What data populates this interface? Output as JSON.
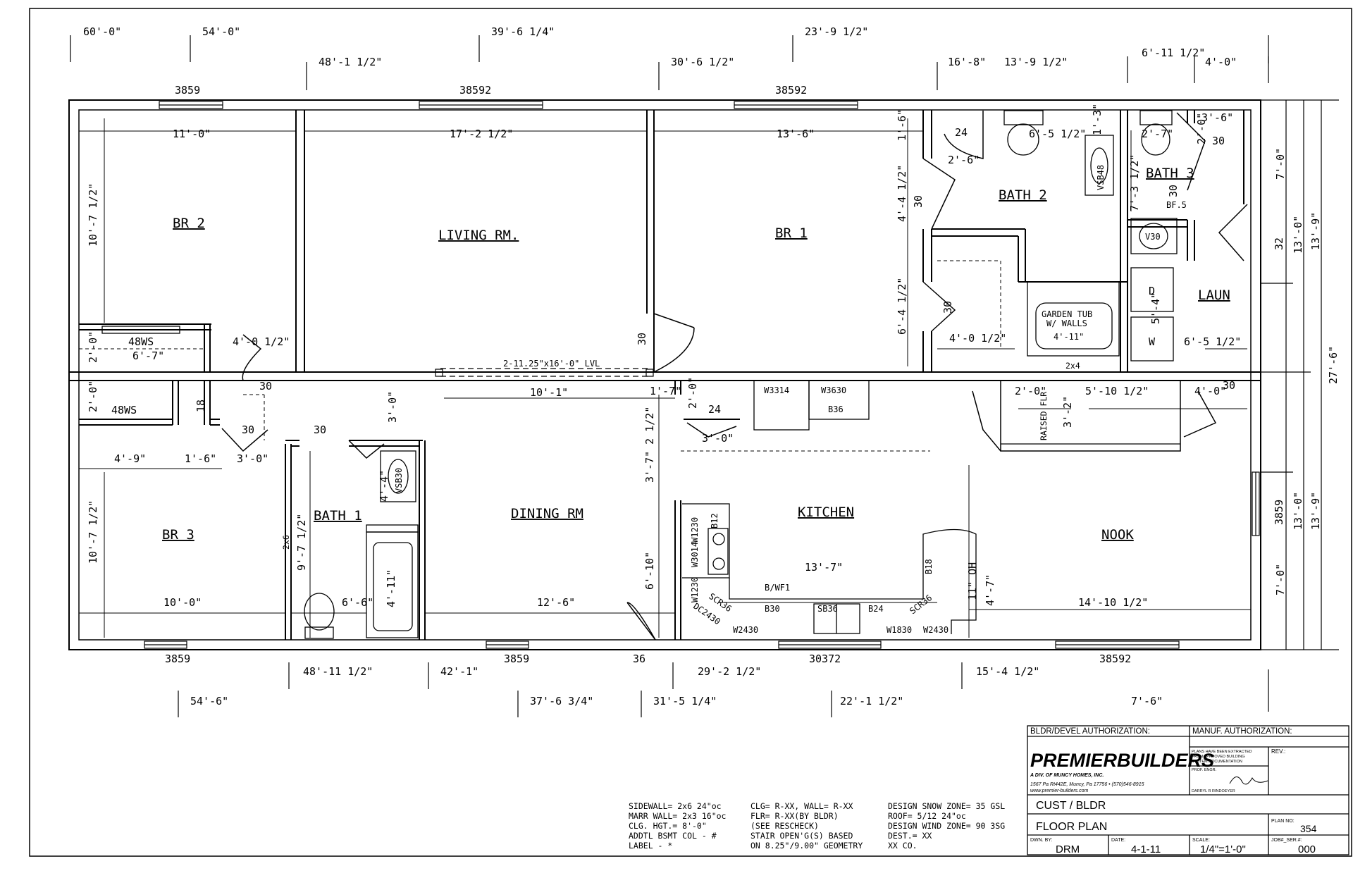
{
  "top_dimensions": [
    "60'-0\"",
    "54'-0\"",
    "48'-1 1/2\"",
    "39'-6 1/4\"",
    "30'-6 1/2\"",
    "23'-9 1/2\"",
    "16'-8\"",
    "13'-9 1/2\"",
    "6'-11 1/2\"",
    "4'-0\""
  ],
  "bottom_dimensions": [
    "54'-6\"",
    "48'-11 1/2\"",
    "42'-1\"",
    "37'-6 3/4\"",
    "31'-5 1/4\"",
    "29'-2 1/2\"",
    "22'-1 1/2\"",
    "15'-4 1/2\"",
    "7'-6\""
  ],
  "right_dimensions": [
    "7'-0\"",
    "13'-0\"",
    "13'-9\"",
    "27'-6\"",
    "13'-0\"",
    "13'-9\"",
    "7'-0\"",
    "3859",
    "32"
  ],
  "windows_top": [
    "3859",
    "38592",
    "38592"
  ],
  "windows_bottom": [
    "3859",
    "3859",
    "36",
    "30372",
    "38592"
  ],
  "rooms": {
    "br2": "BR 2",
    "living": "LIVING RM.",
    "br1": "BR 1",
    "bath2": "BATH 2",
    "bath3": "BATH 3",
    "laun": "LAUN",
    "br3": "BR 3",
    "bath1": "BATH 1",
    "dining": "DINING RM",
    "kitchen": "KITCHEN",
    "nook": "NOOK"
  },
  "interior_dims": {
    "br2_w": "11'-0\"",
    "br2_h": "10'-7 1/2\"",
    "living_w": "17'-2 1/2\"",
    "br1_w": "13'-6\"",
    "bath2_a": "1'-6\"",
    "bath2_b": "6'-5 1/2\"",
    "bath2_c": "1'-3\"",
    "bath2_d": "2'-6\"",
    "bath2_e": "4'-4 1/2\"",
    "bath2_f": "6'-4 1/2\"",
    "bath2_g": "4'-0 1/2\"",
    "bath3_a": "2'-7\"",
    "bath3_b": "3'-6\"",
    "bath3_c": "7'-3 1/2\"",
    "bath3_d": "2'-0\"",
    "laun_a": "5'-4\"",
    "laun_b": "6'-5 1/2\"",
    "closet_a": "2'-0\"",
    "closet_b": "6'-7\"",
    "closet_c": "4'-0 1/2\"",
    "beam": "2-11.25\"x16'-0\" LVL",
    "dining_a": "10'-1\"",
    "dining_b": "1'-7\"",
    "dining_c": "3'-0\"",
    "dining_w": "12'-6\"",
    "br3_a": "2'-0\"",
    "br3_b": "4'-9\"",
    "br3_c": "1'-6\"",
    "br3_d": "3'-0\"",
    "br3_w": "10'-0\"",
    "br3_h": "10'-7 1/2\"",
    "bath1_a": "4'-4\"",
    "bath1_b": "9'-7 1/2\"",
    "bath1_c": "6'-6\"",
    "bath1_d": "4'-11\"",
    "kitchen_a": "2'-0\"",
    "kitchen_b": "3'-0\"",
    "kitchen_c": "3'-7\" 2 1/2\"",
    "kitchen_d": "6'-10\"",
    "kitchen_e": "13'-7\"",
    "nook_a": "2'-0\"",
    "nook_b": "3'-2\"",
    "nook_c": "5'-10 1/2\"",
    "nook_d": "4'-0\"",
    "nook_w": "14'-10 1/2\"",
    "nook_e": "4'-7\"",
    "nook_f": "11\" OH"
  },
  "labels": {
    "ws1": "48WS",
    "ws2": "48WS",
    "d18": "18",
    "d30a": "30",
    "d30b": "30",
    "d30c": "30",
    "d30d": "30",
    "d30e": "30",
    "d30f": "30",
    "d30g": "30",
    "d30h": "30",
    "d30i": "30",
    "d24a": "24",
    "d24b": "24",
    "vsb48": "VSB48",
    "vsb30": "VSB30",
    "v30": "V30",
    "bf5": "BF.5",
    "dryer": "D",
    "washer": "W",
    "garden_tub": "GARDEN TUB",
    "garden_tub2": "W/ WALLS",
    "garden_tub_size": "4'-11\"",
    "w3314": "W3314",
    "w3630": "W3630",
    "b36": "B36",
    "w1230a": "W1230",
    "b12": "B12",
    "w3014": "W3014",
    "w1230b": "W1230",
    "scr36a": "SCR36",
    "dc2430": "DC2430",
    "b30": "B30",
    "sb36": "SB36",
    "b24": "B24",
    "scr36b": "SCR36",
    "w2430a": "W2430",
    "w1830": "W1830",
    "w2430b": "W2430",
    "b18": "B18",
    "bwf1": "B/WF1",
    "raised_flr": "RAISED FLR",
    "x2x4": "2x4",
    "x2x6": "2x6",
    "d32": "32"
  },
  "notes": {
    "col1": [
      "SIDEWALL=  2x6 24\"oc",
      "MARR WALL= 2x3 16\"oc",
      "CLG. HGT.=  8'-0\"",
      "ADDTL BSMT COL - #",
      "LABEL - *"
    ],
    "col2": [
      "CLG= R-XX, WALL= R-XX",
      "  FLR= R-XX(BY BLDR)",
      "  (SEE RESCHECK)",
      "STAIR OPEN'G(S) BASED",
      "  ON 8.25\"/9.00\" GEOMETRY"
    ],
    "col3": [
      "DESIGN SNOW ZONE= 35 GSL",
      "ROOF= 5/12 24\"oc",
      "DESIGN WIND ZONE= 90 3SG",
      "DEST.= XX",
      "      XX CO."
    ]
  },
  "title_block": {
    "bldr_auth": "BLDR/DEVEL AUTHORIZATION:",
    "manuf_auth": "MANUF. AUTHORIZATION:",
    "company": "PREMIERBUILDERS",
    "company_sub": "A DIV. OF MUNCY HOMES, INC.",
    "address": "1567 Pa Rt442E, Muncy, Pa 17756 • (570)546-8915",
    "website": "www.premier-builders.com",
    "plans_note": [
      "PLANS HAVE BEEN EXTRACTED",
      "FROM APPROVED BUILDING",
      "SYSTEM DOCUMENTATION"
    ],
    "prof_engr": "PROF. ENGR.",
    "engineer": "DARRYL R RINDOEYER",
    "rev_label": "REV.:",
    "cust": "CUST / BLDR",
    "plan_title": "FLOOR PLAN",
    "plan_no_label": "PLAN NO:",
    "plan_no": "354",
    "dwn_by_label": "DWN. BY:",
    "dwn_by": "DRM",
    "date_label": "DATE:",
    "date": "4-1-11",
    "scale_label": "SCALE:",
    "scale": "1/4\"=1'-0\"",
    "job_label": "JOB#_SER.#:",
    "job": "000"
  }
}
